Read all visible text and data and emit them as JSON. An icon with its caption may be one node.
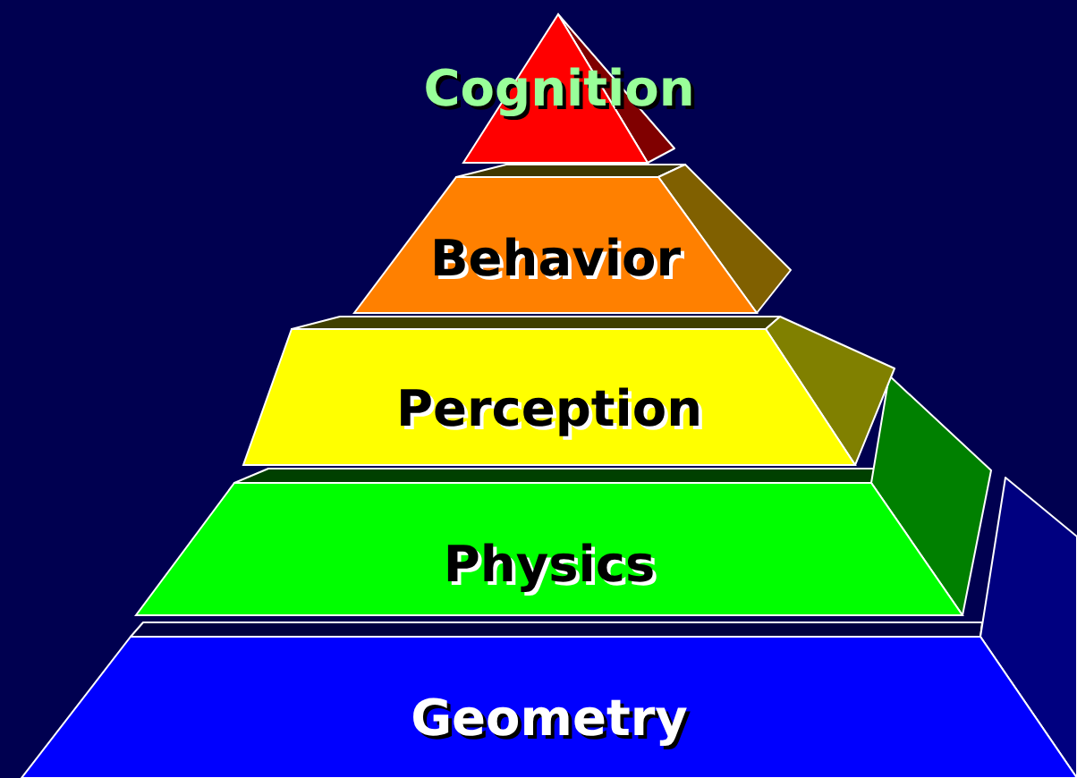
{
  "diagram": {
    "nodes": [
      {
        "text": [
          "Cognition"
        ]
      },
      {
        "text": [
          "Behavior"
        ]
      },
      {
        "text": [
          "Perception"
        ]
      },
      {
        "text": [
          "Physics"
        ]
      },
      {
        "text": [
          "Geometry"
        ]
      }
    ]
  }
}
